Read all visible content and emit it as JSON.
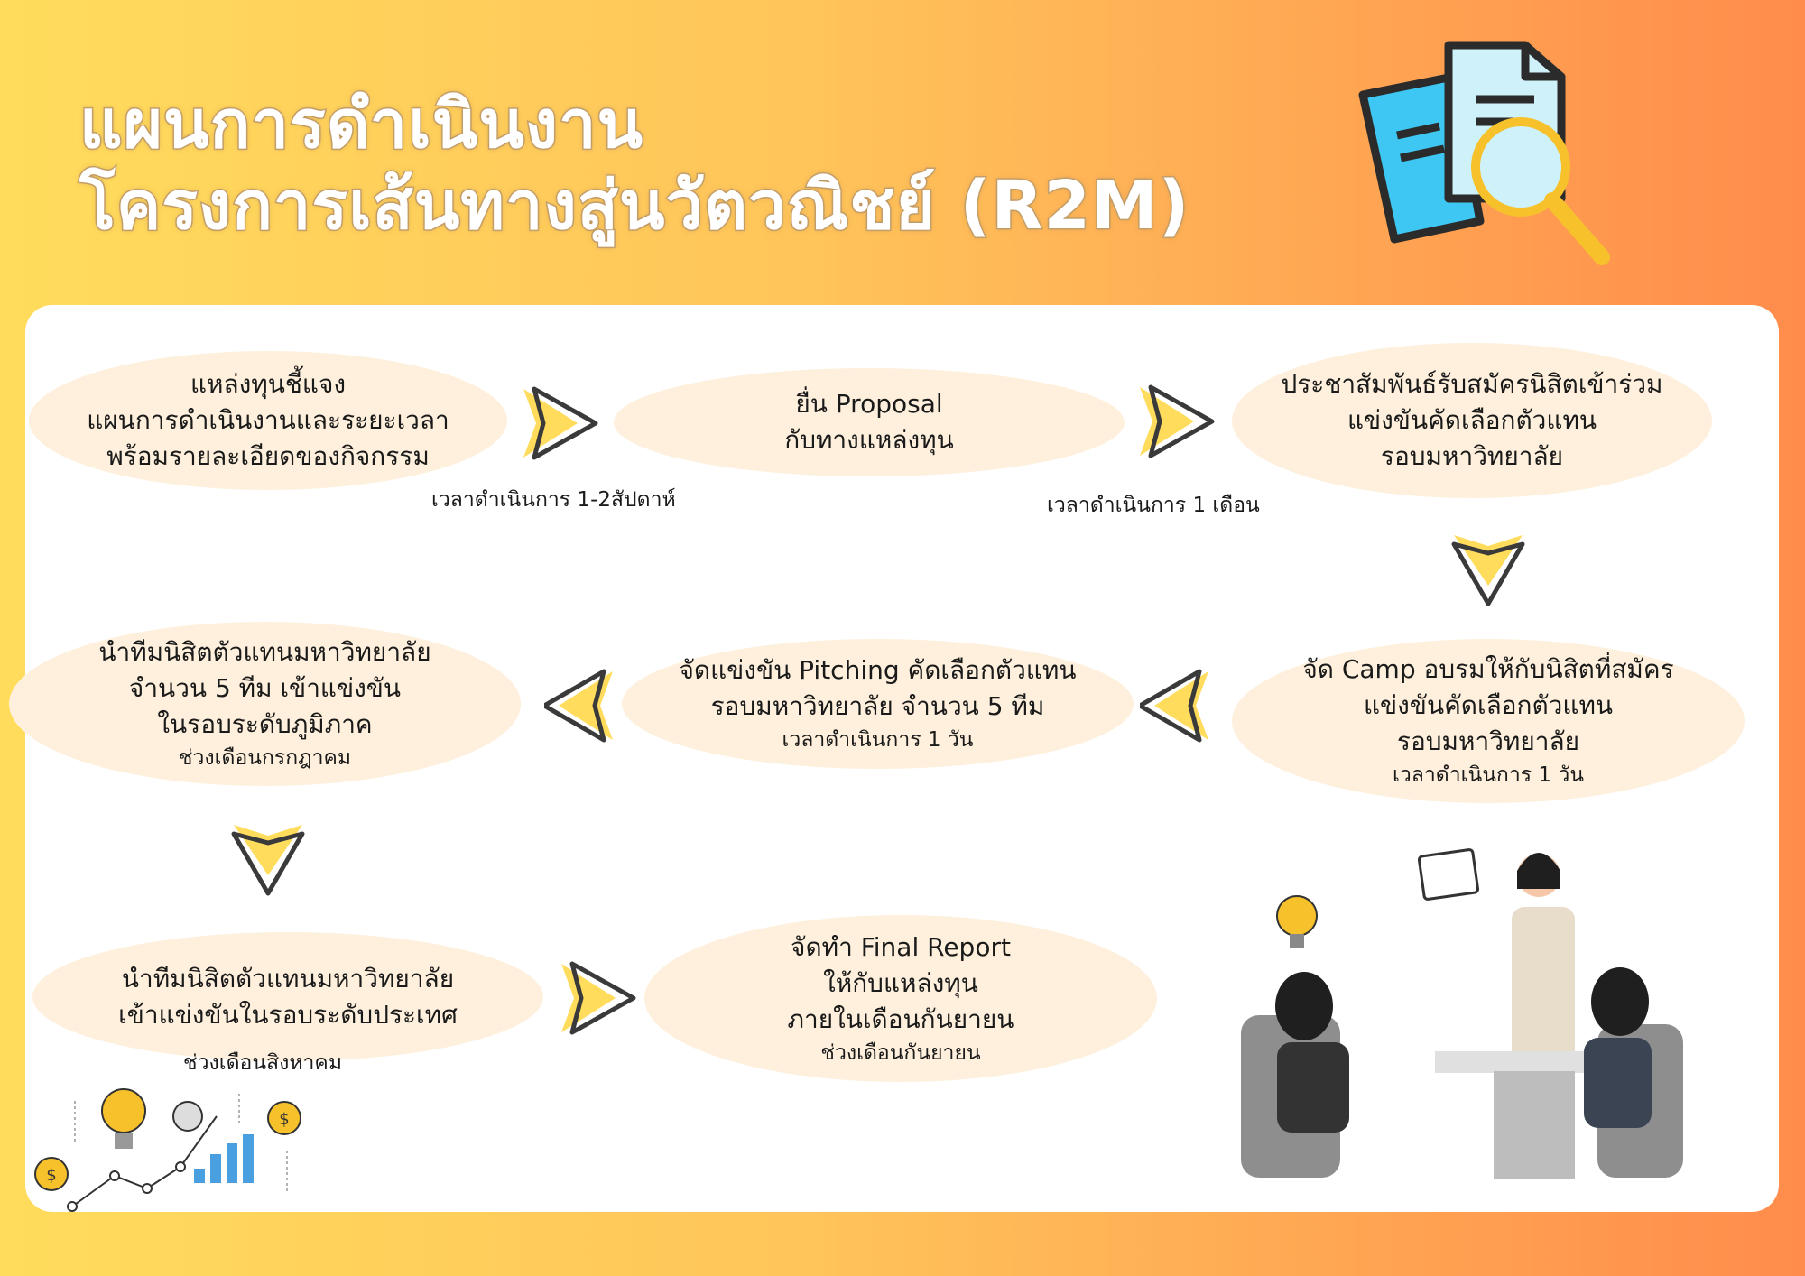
{
  "header": {
    "title_line1": "แผนการดำเนินงาน",
    "title_line2": "โครงการเส้นทางสู่นวัตวณิชย์ (R2M)"
  },
  "steps": [
    {
      "lines": [
        "แหล่งทุนชี้แจง",
        "แผนการดำเนินงานและระยะเวลา",
        "พร้อมรายละเอียดของกิจกรรม"
      ],
      "note": "เวลาดำเนินการ 1-2สัปดาห์"
    },
    {
      "lines": [
        "ยื่น Proposal",
        "กับทางแหล่งทุน"
      ],
      "note": "เวลาดำเนินการ 1 เดือน"
    },
    {
      "lines": [
        "ประชาสัมพันธ์รับสมัครนิสิตเข้าร่วม",
        "แข่งขันคัดเลือกตัวแทน",
        "รอบมหาวิทยาลัย"
      ]
    },
    {
      "lines": [
        "จัด Camp อบรมให้กับนิสิตที่สมัคร",
        "แข่งขันคัดเลือกตัวแทน",
        "รอบมหาวิทยาลัย"
      ],
      "note": "เวลาดำเนินการ 1 วัน"
    },
    {
      "lines": [
        "จัดแข่งขัน Pitching คัดเลือกตัวแทน",
        "รอบมหาวิทยาลัย จำนวน 5 ทีม"
      ],
      "note": "เวลาดำเนินการ 1 วัน"
    },
    {
      "lines": [
        "นำทีมนิสิตตัวแทนมหาวิทยาลัย",
        "จำนวน 5 ทีม เข้าแข่งขัน",
        "ในรอบระดับภูมิภาค"
      ],
      "note": "ช่วงเดือนกรกฎาคม"
    },
    {
      "lines": [
        "นำทีมนิสิตตัวแทนมหาวิทยาลัย",
        "เข้าแข่งขันในรอบระดับประเทศ"
      ],
      "note": "ช่วงเดือนสิงหาคม"
    },
    {
      "lines": [
        "จัดทำ Final Report",
        "ให้กับแหล่งทุน",
        "ภายในเดือนกันยายน"
      ],
      "note": "ช่วงเดือนกันยายน"
    }
  ],
  "colors": {
    "bg_left": "#FFDC5C",
    "bg_right": "#FF8C4C",
    "pill": "#FEF0DC",
    "arrow_fill": "#FFDC5C",
    "arrow_stroke": "#3a3a3a"
  },
  "icons": [
    "document-magnifier-icon",
    "chevron-arrow-icon",
    "business-meeting-illustration",
    "growth-chart-illustration"
  ]
}
